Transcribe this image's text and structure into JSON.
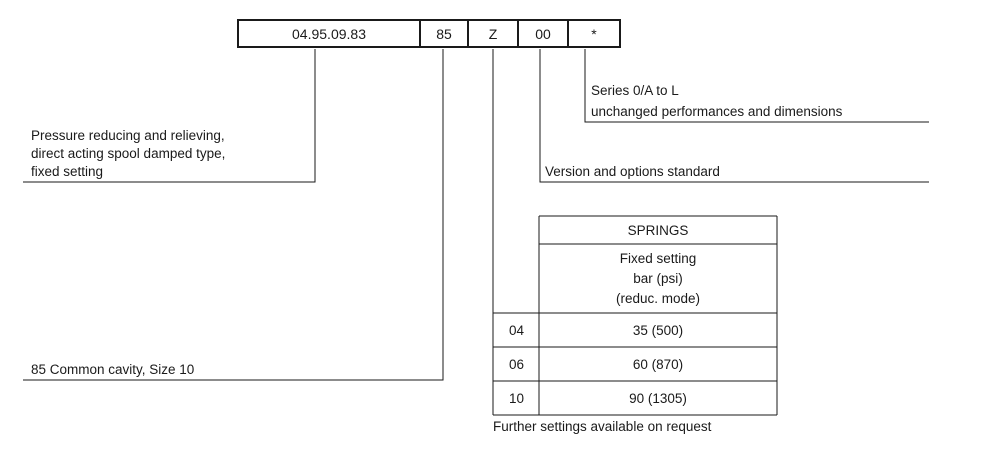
{
  "code_boxes": [
    "04.95.09.83",
    "85",
    "Z",
    "00",
    "*"
  ],
  "descriptions": {
    "series": [
      "Series 0/A to L",
      "unchanged performances and dimensions"
    ],
    "type": [
      "Pressure reducing and relieving,",
      "direct acting spool damped type,",
      "fixed setting"
    ],
    "version": "Version and options standard",
    "cavity": "85 Common cavity, Size 10"
  },
  "springs_table": {
    "title": "SPRINGS",
    "column_header": [
      "Fixed setting",
      "bar (psi)",
      "(reduc. mode)"
    ],
    "rows": [
      {
        "code": "04",
        "value": "35 (500)"
      },
      {
        "code": "06",
        "value": "60 (870)"
      },
      {
        "code": "10",
        "value": "90 (1305)"
      }
    ],
    "footnote": "Further settings available on request"
  }
}
